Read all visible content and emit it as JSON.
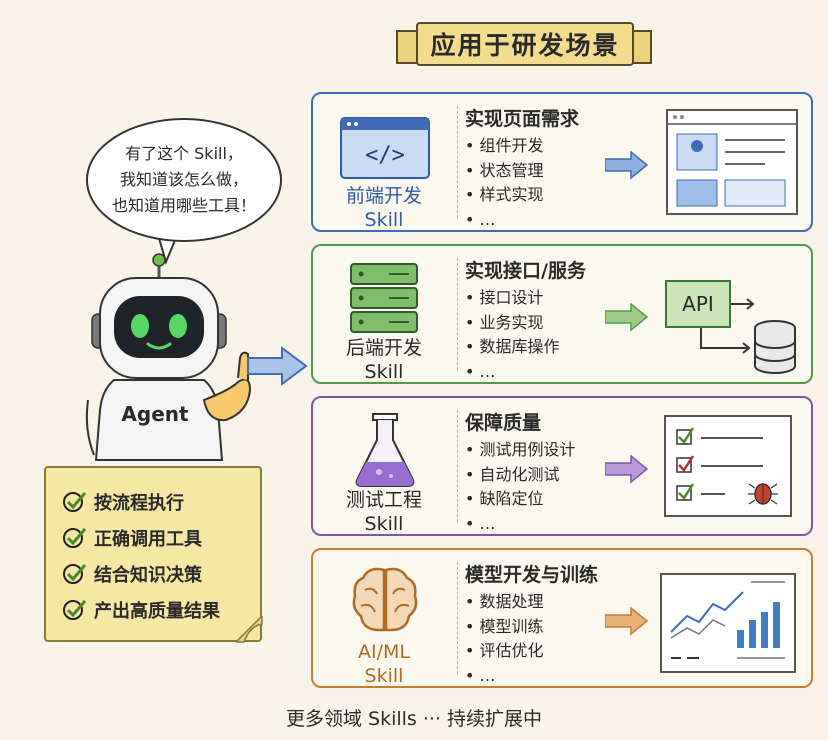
{
  "banner": {
    "title": "应用于研发场景"
  },
  "bubble": {
    "lines": [
      "有了这个 Skill，",
      "我知道该怎么做，",
      "也知道用哪些工具！"
    ]
  },
  "agent": {
    "label": "Agent"
  },
  "checklist": [
    {
      "label": "按流程执行"
    },
    {
      "label": "正确调用工具"
    },
    {
      "label": "结合知识决策"
    },
    {
      "label": "产出高质量结果"
    }
  ],
  "cards": [
    {
      "name_line1": "前端开发",
      "name_line2": "Skill",
      "title": "实现页面需求",
      "items": [
        "组件开发",
        "状态管理",
        "样式实现",
        "…"
      ],
      "color": "#3f6cb5"
    },
    {
      "name_line1": "后端开发",
      "name_line2": "Skill",
      "title": "实现接口/服务",
      "items": [
        "接口设计",
        "业务实现",
        "数据库操作",
        "…"
      ],
      "color": "#4f9a4c",
      "api_label": "API"
    },
    {
      "name_line1": "测试工程",
      "name_line2": "Skill",
      "title": "保障质量",
      "items": [
        "测试用例设计",
        "自动化测试",
        "缺陷定位",
        "…"
      ],
      "color": "#7c57ad"
    },
    {
      "name_line1": "AI/ML",
      "name_line2": "Skill",
      "title": "模型开发与训练",
      "items": [
        "数据处理",
        "模型训练",
        "评估优化",
        "…"
      ],
      "color": "#c67e32"
    }
  ],
  "footer": {
    "text": "更多领域 Skills ··· 持续扩展中"
  }
}
